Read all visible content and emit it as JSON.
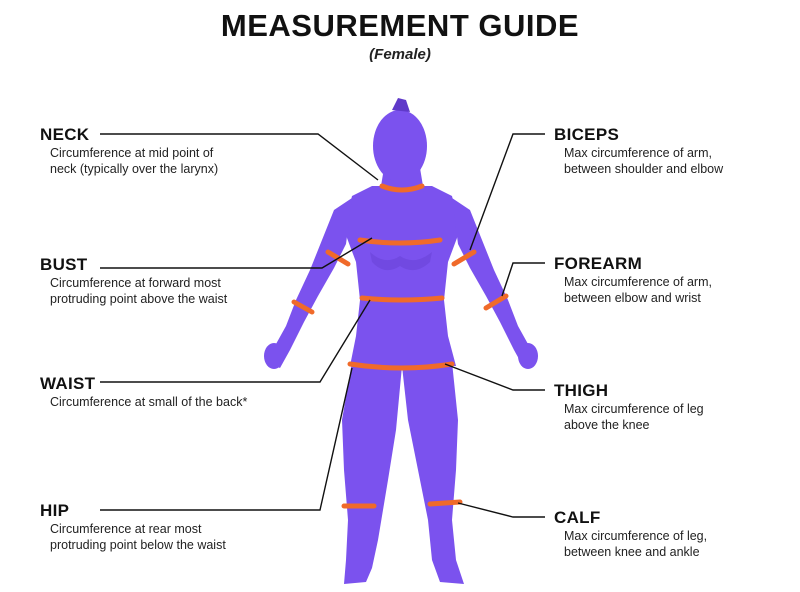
{
  "title": "MEASUREMENT GUIDE",
  "subtitle": "(Female)",
  "colors": {
    "body": "#7b52ee",
    "body_shade": "#5f39c9",
    "band": "#f06a2a",
    "line": "#111111"
  },
  "labels": {
    "neck": {
      "name": "NECK",
      "desc1": "Circumference at mid point of",
      "desc2": "neck (typically over the larynx)"
    },
    "bust": {
      "name": "BUST",
      "desc1": "Circumference at forward most",
      "desc2": "protruding point above the waist"
    },
    "waist": {
      "name": "WAIST",
      "desc1": "Circumference at small of the back*",
      "desc2": ""
    },
    "hip": {
      "name": "HIP",
      "desc1": "Circumference at rear most",
      "desc2": "protruding point below the waist"
    },
    "biceps": {
      "name": "BICEPS",
      "desc1": "Max circumference of arm,",
      "desc2": "between shoulder and elbow"
    },
    "forearm": {
      "name": "FOREARM",
      "desc1": "Max circumference of arm,",
      "desc2": "between elbow and wrist"
    },
    "thigh": {
      "name": "THIGH",
      "desc1": "Max circumference of leg",
      "desc2": "above the knee"
    },
    "calf": {
      "name": "CALF",
      "desc1": "Max circumference of leg,",
      "desc2": "between knee and ankle"
    }
  }
}
